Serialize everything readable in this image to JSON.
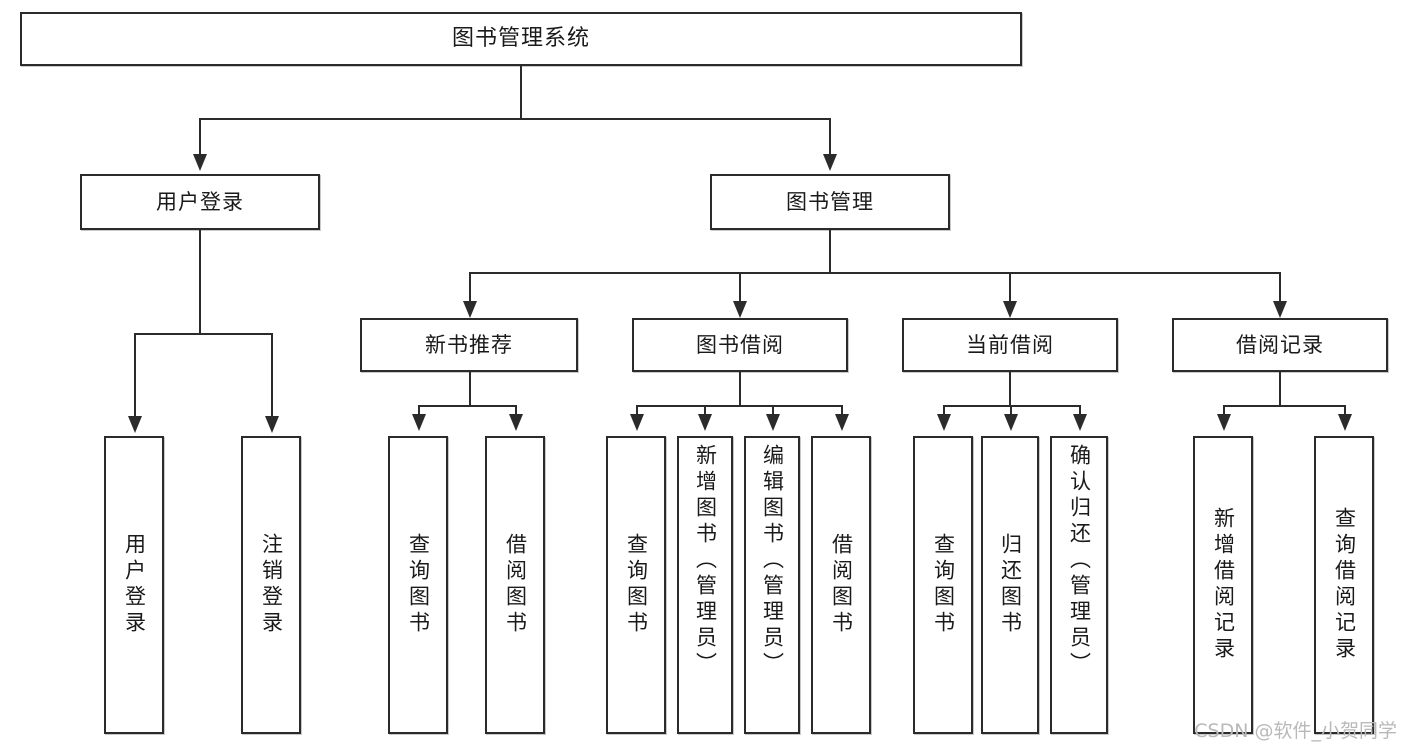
{
  "diagram": {
    "type": "tree",
    "title": "图书管理系统",
    "watermark": "CSDN @软件_小贺同学",
    "colors": {
      "box_border": "#2b2b2b",
      "box_fill": "#ffffff",
      "connector": "#2b2b2b",
      "text": "#1a1a1a",
      "watermark": "#b9b9b9",
      "background": "#ffffff"
    },
    "nodes": {
      "root": {
        "label": "图书管理系统"
      },
      "level1": [
        {
          "label": "用户登录"
        },
        {
          "label": "图书管理"
        }
      ],
      "level2": [
        {
          "label": "新书推荐"
        },
        {
          "label": "图书借阅"
        },
        {
          "label": "当前借阅"
        },
        {
          "label": "借阅记录"
        }
      ],
      "leaves": {
        "user_login": [
          {
            "label": "用户登录"
          },
          {
            "label": "注销登录"
          }
        ],
        "new_book_recommend": [
          {
            "label": "查询图书"
          },
          {
            "label": "借阅图书"
          }
        ],
        "book_borrow": [
          {
            "label": "查询图书"
          },
          {
            "label": "新增图书（管理员）"
          },
          {
            "label": "编辑图书（管理员）"
          },
          {
            "label": "借阅图书"
          }
        ],
        "current_borrow": [
          {
            "label": "查询图书"
          },
          {
            "label": "归还图书"
          },
          {
            "label": "确认归还（管理员）"
          }
        ],
        "borrow_records": [
          {
            "label": "新增借阅记录"
          },
          {
            "label": "查询借阅记录"
          }
        ]
      }
    }
  }
}
